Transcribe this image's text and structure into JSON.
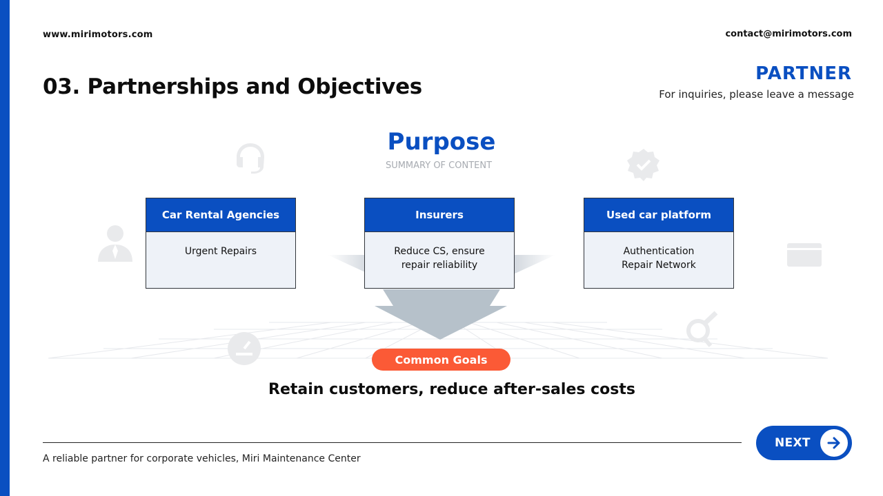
{
  "header": {
    "site_url": "www.mirimotors.com",
    "contact_email": "contact@mirimotors.com",
    "page_title": "03. Partnerships and Objectives",
    "brand_word": "PARTNER",
    "brand_subtitle": "For inquiries, please leave a message"
  },
  "purpose": {
    "title": "Purpose",
    "subtitle": "SUMMARY OF CONTENT"
  },
  "cards": [
    {
      "title": "Car Rental Agencies",
      "lines": [
        "Urgent Repairs"
      ]
    },
    {
      "title": "Insurers",
      "lines": [
        "Reduce CS, ensure",
        "repair reliability"
      ]
    },
    {
      "title": "Used car platform",
      "lines": [
        "Authentication",
        "Repair Network"
      ]
    }
  ],
  "goals": {
    "pill_label": "Common Goals",
    "statement": "Retain customers, reduce after-sales costs"
  },
  "footer": {
    "tagline": "A reliable partner for corporate vehicles, Miri Maintenance Center",
    "next_label": "NEXT"
  },
  "icons": [
    "headset-icon",
    "verified-badge-icon",
    "person-icon",
    "browser-window-icon",
    "speedometer-icon",
    "search-icon",
    "arrow-right-icon"
  ],
  "colors": {
    "accent_blue": "#0a4fc1",
    "goal_orange": "#fb5a36",
    "card_body_bg": "#eef2f8",
    "muted_text": "#a7abb1"
  }
}
